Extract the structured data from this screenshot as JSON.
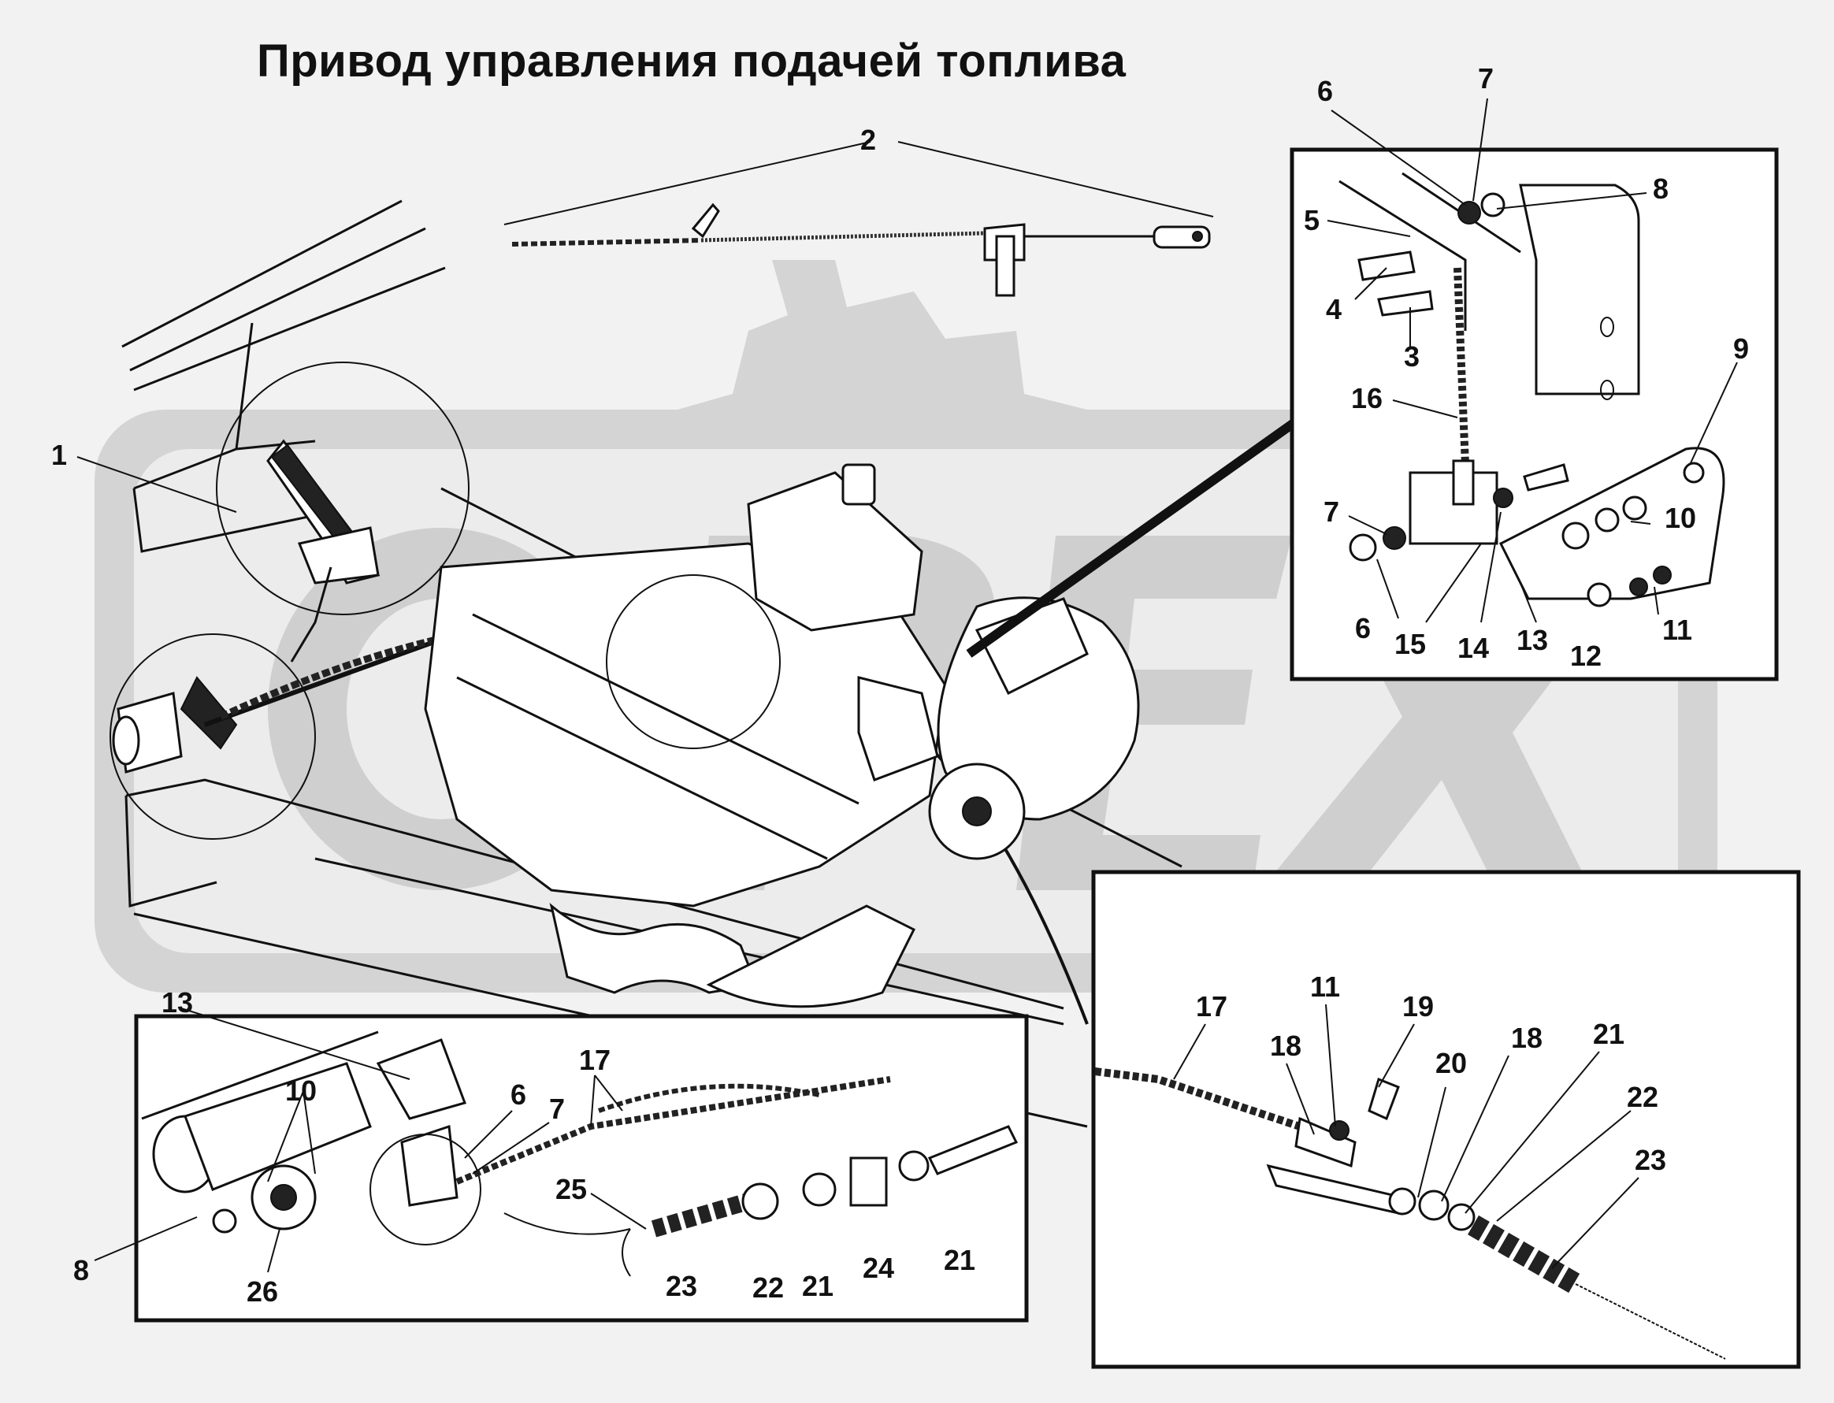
{
  "title": "Привод управления подачей топлива",
  "callouts": {
    "main": [
      "1",
      "2"
    ],
    "inset_top_right": [
      "6",
      "7",
      "8",
      "5",
      "4",
      "3",
      "16",
      "9",
      "7",
      "10",
      "6",
      "15",
      "14",
      "13",
      "12",
      "11"
    ],
    "inset_bottom_left": [
      "13",
      "10",
      "6",
      "7",
      "17",
      "25",
      "8",
      "26",
      "23",
      "22",
      "21",
      "24",
      "21"
    ],
    "inset_bottom_right": [
      "17",
      "11",
      "19",
      "18",
      "20",
      "18",
      "21",
      "22",
      "23"
    ]
  },
  "watermark": "OPEX"
}
